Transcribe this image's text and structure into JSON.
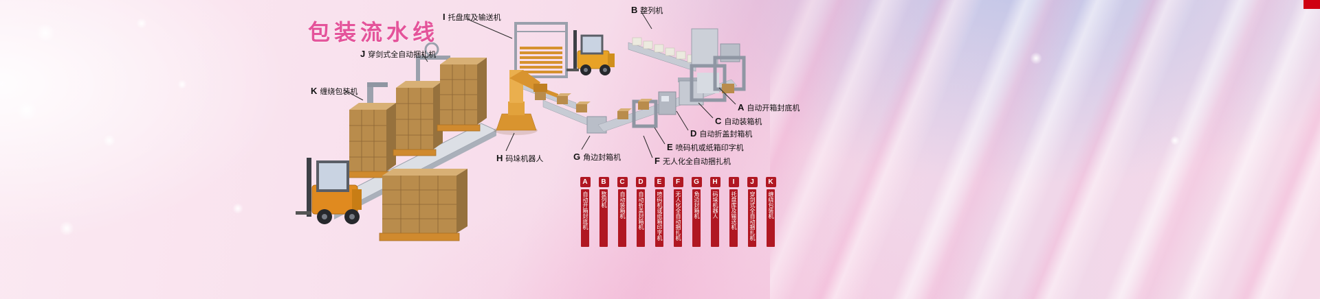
{
  "title": "包装流水线",
  "colors": {
    "accent_red": "#b01722",
    "title_pink": "#e4539a"
  },
  "callouts": [
    {
      "letter": "A",
      "label": "自动开箱封底机"
    },
    {
      "letter": "B",
      "label": "整列机"
    },
    {
      "letter": "C",
      "label": "自动装箱机"
    },
    {
      "letter": "D",
      "label": "自动折盖封箱机"
    },
    {
      "letter": "E",
      "label": "喷码机或纸箱印字机"
    },
    {
      "letter": "F",
      "label": "无人化全自动捆扎机"
    },
    {
      "letter": "G",
      "label": "角边封箱机"
    },
    {
      "letter": "H",
      "label": "码垛机器人"
    },
    {
      "letter": "I",
      "label": "托盘库及输送机"
    },
    {
      "letter": "J",
      "label": "穿剑式全自动捆扎机"
    },
    {
      "letter": "K",
      "label": "缠绕包装机"
    }
  ],
  "legend": {
    "items": [
      {
        "letter": "A",
        "label": "自动开箱封底机"
      },
      {
        "letter": "B",
        "label": "整列机"
      },
      {
        "letter": "C",
        "label": "自动装箱机"
      },
      {
        "letter": "D",
        "label": "自动折盖封箱机"
      },
      {
        "letter": "E",
        "label": "喷码机或纸箱印字机"
      },
      {
        "letter": "F",
        "label": "无人化全自动捆扎机"
      },
      {
        "letter": "G",
        "label": "角边封箱机"
      },
      {
        "letter": "H",
        "label": "码垛机器人"
      },
      {
        "letter": "I",
        "label": "托盘库及输送机"
      },
      {
        "letter": "J",
        "label": "穿剑式全自动捆扎机"
      },
      {
        "letter": "K",
        "label": "缠绕包装机"
      }
    ]
  }
}
